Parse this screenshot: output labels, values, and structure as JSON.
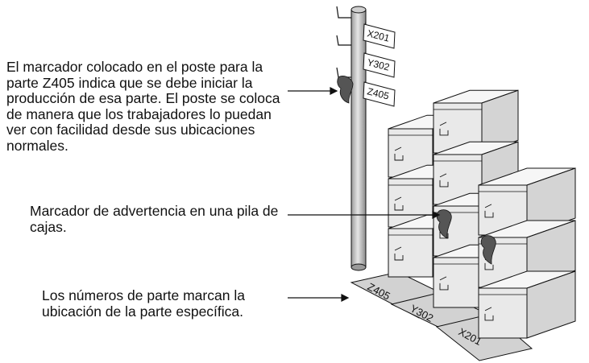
{
  "callouts": {
    "signpost_marker": "El marcador colocado en el poste para la parte Z405 indica que se debe iniciar la producción de esa parte. El poste se coloca de manera que los trabajadores lo puedan ver con facilidad desde sus ubicaciones normales.",
    "stack_marker": "Marcador de advertencia en una pila de cajas.",
    "part_numbers": "Los números de parte marcan la ubicación de la parte específica."
  },
  "post_signs": [
    "X201",
    "Y302",
    "Z405"
  ],
  "floor_labels": [
    "Z405",
    "Y302",
    "X201"
  ],
  "colors": {
    "line": "#111111",
    "box_face": "#e9e9e9",
    "box_top": "#f6f6f6",
    "box_side": "#d4d4d4",
    "floor": "#d2d2d2",
    "marker": "#555555"
  }
}
